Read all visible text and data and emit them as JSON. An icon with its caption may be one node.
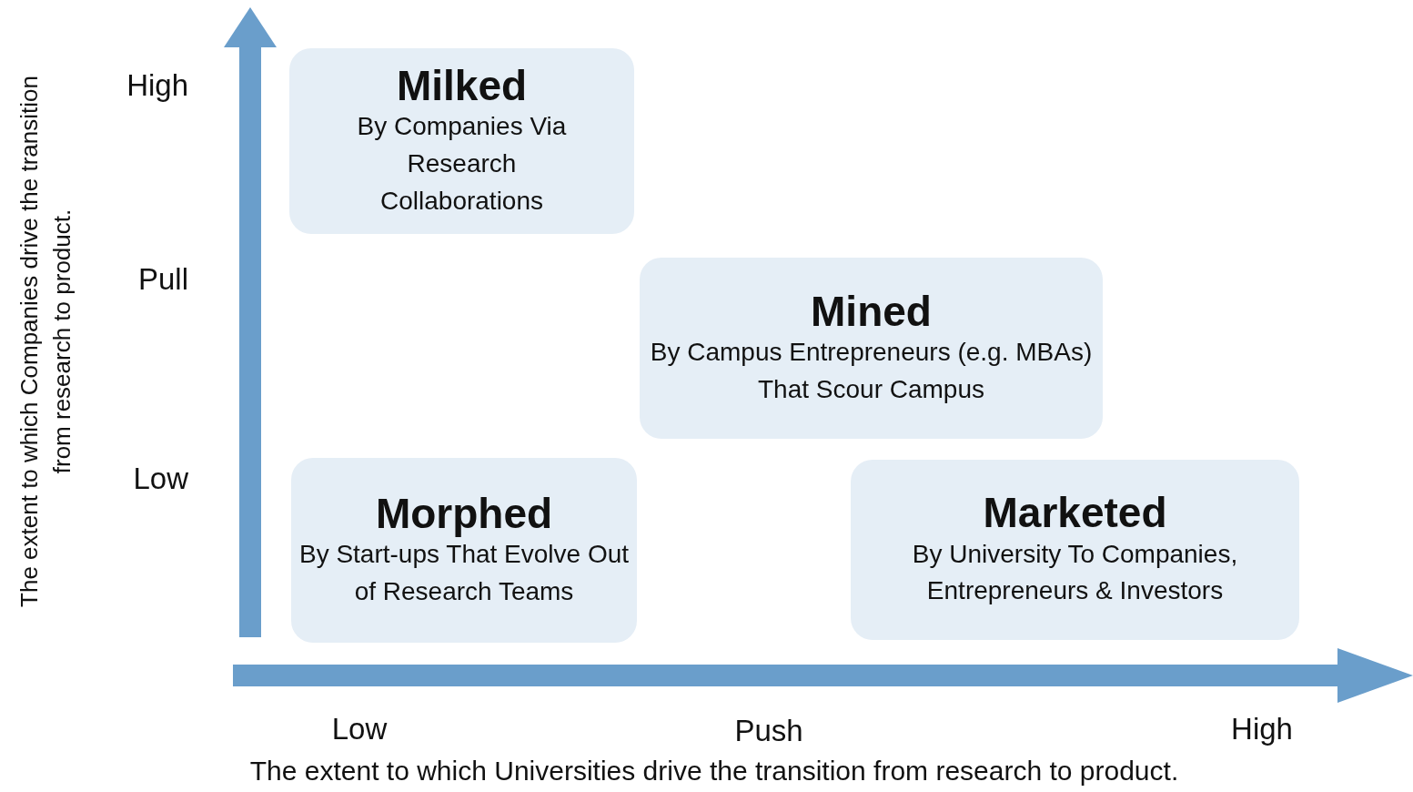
{
  "diagram": {
    "nodes": [
      {
        "text": [
          "Milked",
          "By Companies Via Research Collaborations"
        ]
      },
      {
        "text": [
          "Mined",
          "By Campus Entrepreneurs (e.g. MBAs) That Scour Campus"
        ]
      },
      {
        "text": [
          "Morphed",
          "By Start-ups That Evolve Out of Research Teams"
        ]
      },
      {
        "text": [
          "Marketed",
          "By University To Companies, Entrepreneurs & Investors"
        ]
      }
    ],
    "labels": [
      "The extent to which Companies drive the transition from research to product.",
      "High",
      "Pull",
      "Low",
      "Low",
      "Push",
      "High",
      "The extent to which Universities drive the transition from research to product."
    ]
  }
}
